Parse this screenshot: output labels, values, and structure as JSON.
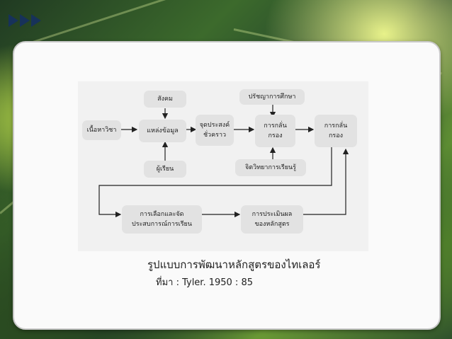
{
  "diagram": {
    "nodes": {
      "content": "เนื้อหาวิชา",
      "society": "สังคม",
      "sources": "แหล่งข้อมูล",
      "learners": "ผู้เรียน",
      "temp_objectives": [
        "จุดประสงค์",
        "ชั่วคราว"
      ],
      "philosophy": "ปรัชญาการศึกษา",
      "screening1": [
        "การกลั่น",
        "กรอง"
      ],
      "psychology": "จิตวิทยาการเรียนรู้",
      "screening2": [
        "การกลั่น",
        "กรอง"
      ],
      "selection": [
        "การเลือกและจัด",
        "ประสบการณ์การเรียน"
      ],
      "evaluation": [
        "การประเมินผล",
        "ของหลักสูตร"
      ]
    }
  },
  "caption": {
    "title": "รูปแบบการพัฒนาหลักสูตรของไทเลอร์",
    "source": "ที่มา : Tyler. 1950 : 85"
  }
}
